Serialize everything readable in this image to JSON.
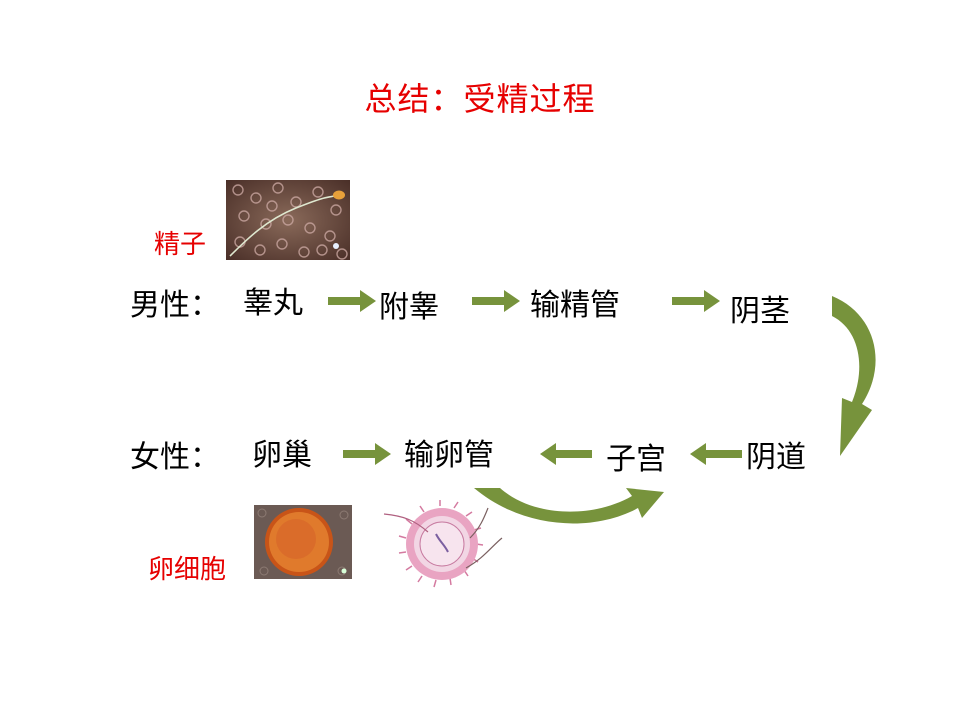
{
  "title": "总结：受精过程",
  "sperm_label": "精子",
  "egg_label": "卵细胞",
  "male": {
    "label": "男性：",
    "steps": [
      "睾丸",
      "附睾",
      "输精管",
      "阴茎"
    ]
  },
  "female": {
    "label": "女性：",
    "steps": [
      "卵巢",
      "输卵管",
      "子宫",
      "阴道"
    ]
  },
  "colors": {
    "arrow": "#77933c",
    "accent": "#e60000"
  }
}
